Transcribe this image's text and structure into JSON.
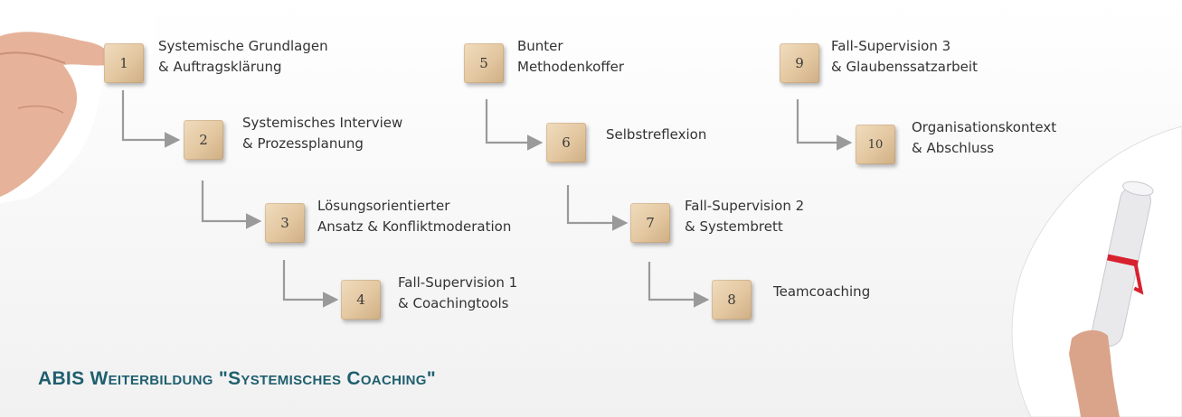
{
  "title": "ABIS Weiterbildung \"Systemisches Coaching\"",
  "steps": [
    {
      "number": "1",
      "line1": "Systemische Grundlagen",
      "line2": "& Auftragsklärung"
    },
    {
      "number": "2",
      "line1": "Systemisches Interview",
      "line2": "& Prozessplanung"
    },
    {
      "number": "3",
      "line1": "Lösungsorientierter",
      "line2": "Ansatz & Konfliktmoderation"
    },
    {
      "number": "4",
      "line1": "Fall-Supervision 1",
      "line2": "& Coachingtools"
    },
    {
      "number": "5",
      "line1": "Bunter",
      "line2": "Methodenkoffer"
    },
    {
      "number": "6",
      "line1": "Selbstreflexion",
      "line2": ""
    },
    {
      "number": "7",
      "line1": "Fall-Supervision 2",
      "line2": "& Systembrett"
    },
    {
      "number": "8",
      "line1": "Teamcoaching",
      "line2": ""
    },
    {
      "number": "9",
      "line1": "Fall-Supervision 3",
      "line2": "& Glaubenssatzarbeit"
    },
    {
      "number": "10",
      "line1": "Organisationskontext",
      "line2": "& Abschluss"
    }
  ],
  "colors": {
    "title": "#1f5f6e",
    "arrow": "#9a9a9a",
    "block": "#e3c7a0",
    "ribbon": "#d8212f"
  }
}
